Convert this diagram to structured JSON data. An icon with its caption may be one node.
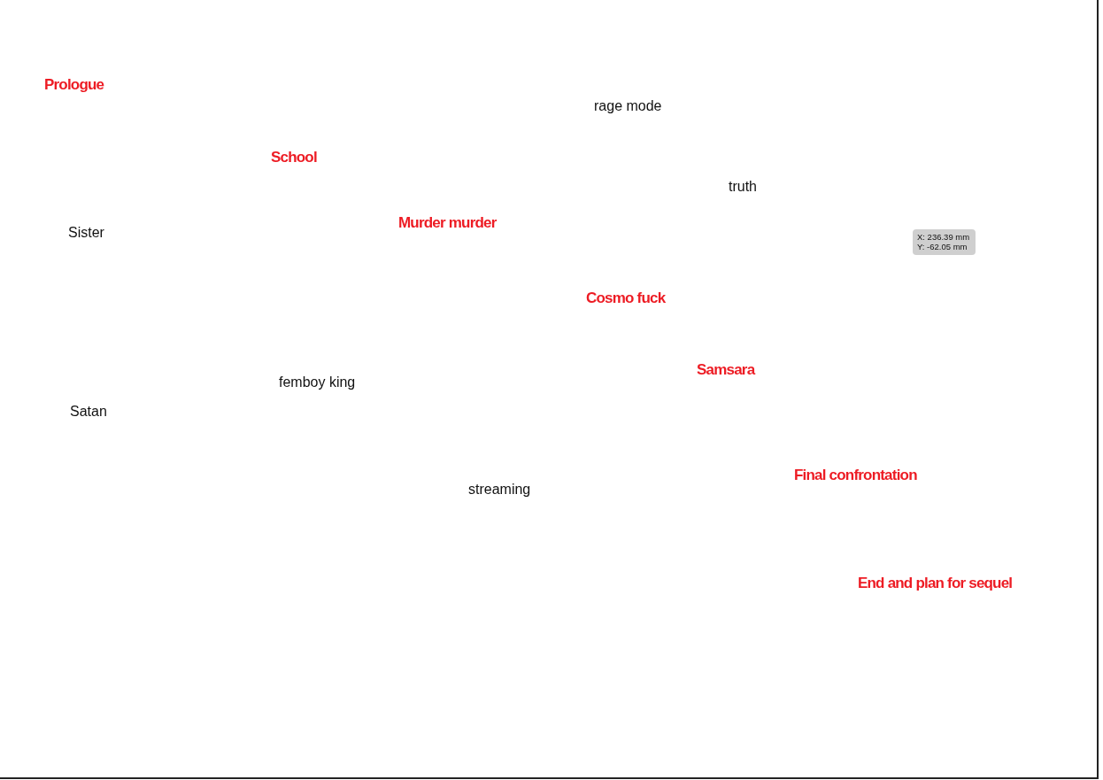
{
  "diagram": {
    "labels": [
      "Prologue",
      "rage mode",
      "School",
      "truth",
      "Murder murder",
      "Sister",
      "X: 236.39 mm",
      "Y: -62.05 mm",
      "Cosmo fuck",
      "Samsara",
      "femboy king",
      "Satan",
      "Final confrontation",
      "streaming",
      "End and plan for sequel"
    ]
  }
}
